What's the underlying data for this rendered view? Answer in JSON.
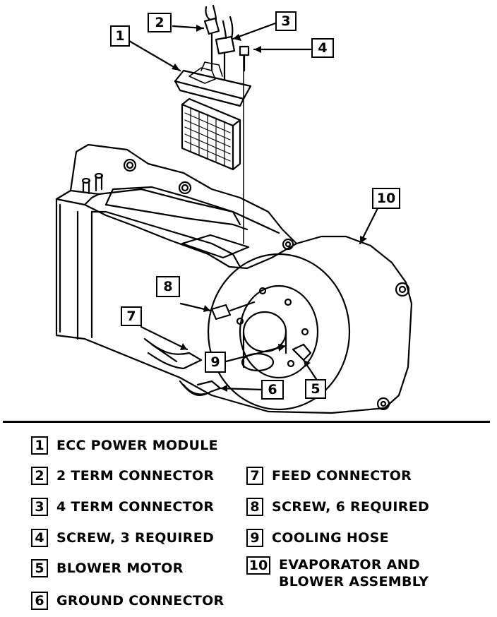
{
  "callouts": {
    "c1": "1",
    "c2": "2",
    "c3": "3",
    "c4": "4",
    "c5": "5",
    "c6": "6",
    "c7": "7",
    "c8": "8",
    "c9": "9",
    "c10": "10"
  },
  "legend": [
    {
      "num": "1",
      "label": "ECC POWER MODULE"
    },
    {
      "num": "2",
      "label": "2 TERM CONNECTOR"
    },
    {
      "num": "3",
      "label": "4 TERM CONNECTOR"
    },
    {
      "num": "4",
      "label": "SCREW, 3 REQUIRED"
    },
    {
      "num": "5",
      "label": "BLOWER MOTOR"
    },
    {
      "num": "6",
      "label": "GROUND CONNECTOR"
    },
    {
      "num": "7",
      "label": "FEED CONNECTOR"
    },
    {
      "num": "8",
      "label": "SCREW, 6 REQUIRED"
    },
    {
      "num": "9",
      "label": "COOLING HOSE"
    },
    {
      "num": "10",
      "label": "EVAPORATOR AND BLOWER ASSEMBLY"
    }
  ],
  "legend_line2": {
    "label10b": "BLOWER ASSEMBLY"
  }
}
